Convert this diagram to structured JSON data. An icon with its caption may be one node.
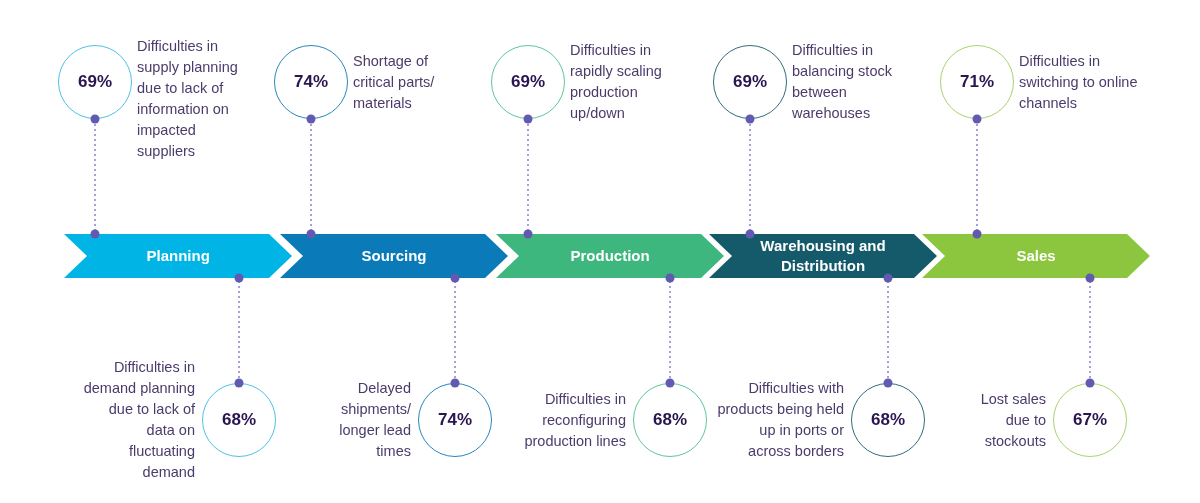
{
  "diagram": {
    "nodes": [
      {
        "text": [
          "69%"
        ],
        "beside": [
          "Difficulties in supply planning due to lack of information on impacted suppliers"
        ]
      },
      {
        "text": [
          "74%"
        ],
        "beside": [
          "Shortage of critical parts/ materials"
        ]
      },
      {
        "text": [
          "69%"
        ],
        "beside": [
          "Difficulties in rapidly scaling production up/down"
        ]
      },
      {
        "text": [
          "69%"
        ],
        "beside": [
          "Difficulties in balancing stock between warehouses"
        ]
      },
      {
        "text": [
          "71%"
        ],
        "beside": [
          "Difficulties in switching to online channels"
        ]
      },
      {
        "text": [
          "Planning"
        ]
      },
      {
        "text": [
          "Sourcing"
        ]
      },
      {
        "text": [
          "Production"
        ]
      },
      {
        "text": [
          "Warehousing and Distribution"
        ]
      },
      {
        "text": [
          "Sales"
        ]
      },
      {
        "text": [
          "68%"
        ],
        "beside": [
          "Difficulties in demand planning due to lack of data on fluctuating demand"
        ]
      },
      {
        "text": [
          "74%"
        ],
        "beside": [
          "Delayed shipments/ longer lead times"
        ]
      },
      {
        "text": [
          "68%"
        ],
        "beside": [
          "Difficulties in reconfiguring production lines"
        ]
      },
      {
        "text": [
          "68%"
        ],
        "beside": [
          "Difficulties with products being held up in ports or across borders"
        ]
      },
      {
        "text": [
          "67%"
        ],
        "beside": [
          "Lost sales due to stockouts"
        ]
      }
    ],
    "edges": [
      {
        "from": 0,
        "to": 5,
        "arrow": "other",
        "style": "dashed"
      },
      {
        "from": 1,
        "to": 6,
        "arrow": "other",
        "style": "dashed"
      },
      {
        "from": 2,
        "to": 7,
        "arrow": "other",
        "style": "dashed"
      },
      {
        "from": 3,
        "to": 8,
        "arrow": "other",
        "style": "dashed"
      },
      {
        "from": 4,
        "to": 9,
        "arrow": "other",
        "style": "dashed"
      },
      {
        "from": 10,
        "to": 5,
        "arrow": "other",
        "style": "dashed"
      },
      {
        "from": 11,
        "to": 6,
        "arrow": "other",
        "style": "dashed"
      },
      {
        "from": 12,
        "to": 7,
        "arrow": "other",
        "style": "dashed"
      },
      {
        "from": 13,
        "to": 8,
        "arrow": "other",
        "style": "dashed"
      },
      {
        "from": 14,
        "to": 9,
        "arrow": "other",
        "style": "dashed"
      }
    ]
  }
}
